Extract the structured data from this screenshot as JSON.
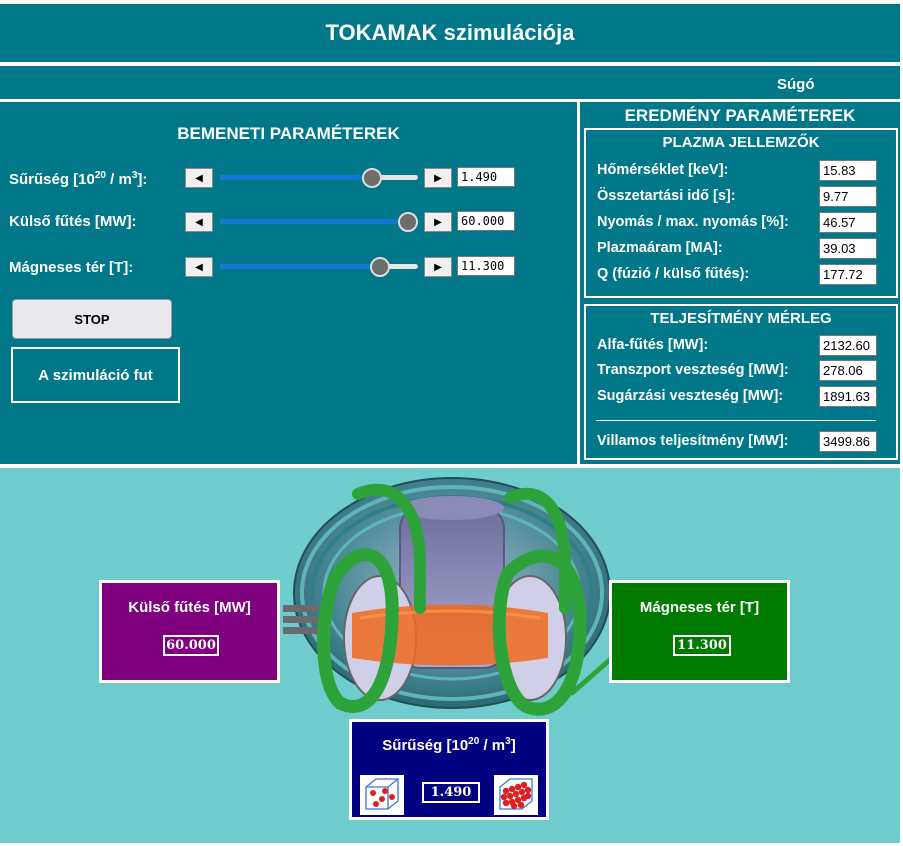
{
  "header": {
    "title": "TOKAMAK szimulációja"
  },
  "menu": {
    "help": "Súgó"
  },
  "inputs": {
    "heading": "BEMENETI PARAMÉTEREK",
    "params": [
      {
        "label_main": "Sűrűség [10",
        "label_sup": "20",
        "label_mid": " / m",
        "label_sup2": "3",
        "label_end": "]:",
        "value": "1.490",
        "fraction": 0.77
      },
      {
        "label_main": "Külső fűtés [MW]:",
        "value": "60.000",
        "fraction": 0.95
      },
      {
        "label_main": "Mágneses tér [T]:",
        "value": "11.300",
        "fraction": 0.81
      }
    ],
    "stop_label": "STOP",
    "status": "A szimuláció fut"
  },
  "results": {
    "heading": "EREDMÉNY PARAMÉTEREK",
    "plasma": {
      "heading": "PLAZMA JELLEMZŐK",
      "rows": [
        {
          "label": "Hőmérséklet [keV]:",
          "value": "15.83"
        },
        {
          "label": "Összetartási idő [s]:",
          "value": "9.77"
        },
        {
          "label": "Nyomás / max. nyomás [%]:",
          "value": "46.57"
        },
        {
          "label": "Plazmaáram [MA]:",
          "value": "39.03"
        },
        {
          "label": "Q (fúzió / külső fűtés):",
          "value": "177.72"
        }
      ]
    },
    "power": {
      "heading": "TELJESÍTMÉNY MÉRLEG",
      "rows": [
        {
          "label": "Alfa-fűtés [MW]:",
          "value": "2132.60"
        },
        {
          "label": "Transzport veszteség [MW]:",
          "value": "278.06"
        },
        {
          "label": "Sugárzási veszteség [MW]:",
          "value": "1891.63"
        }
      ],
      "total_label": "Villamos teljesítmény [MW]:",
      "total_value": "3499.86"
    }
  },
  "simulation": {
    "heating": {
      "title": "Külső fűtés [MW]",
      "value": "60.000",
      "color": "#800080"
    },
    "field": {
      "title": "Mágneses tér [T]",
      "value": "11.300",
      "color": "#007a00"
    },
    "density": {
      "title_main": "Sűrűség [10",
      "title_sup": "20",
      "title_mid": " / m",
      "title_sup2": "3",
      "title_end": "]",
      "value": "1.490",
      "color": "#000080"
    }
  },
  "colors": {
    "panel": "#00788a",
    "sim_background": "#70cccc",
    "slider_fill": "#1478d2",
    "plasma": "#f06a1e"
  }
}
